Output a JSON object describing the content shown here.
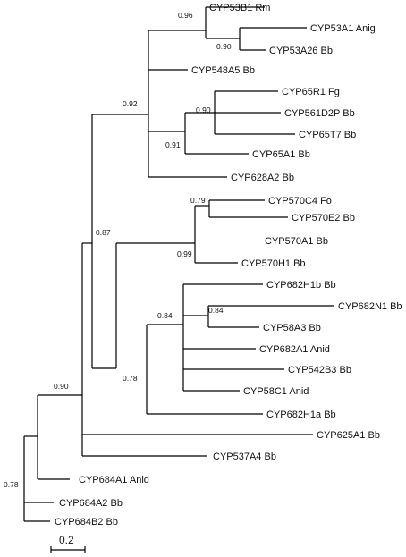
{
  "tree": {
    "leaves": [
      {
        "id": "l1",
        "label": "CYP53B1 Rm"
      },
      {
        "id": "l2",
        "label": "CYP53A1 Anig"
      },
      {
        "id": "l3",
        "label": "CYP53A26 Bb"
      },
      {
        "id": "l4",
        "label": "CYP548A5 Bb"
      },
      {
        "id": "l5",
        "label": "CYP65R1 Fg"
      },
      {
        "id": "l6",
        "label": "CYP561D2P Bb"
      },
      {
        "id": "l7",
        "label": "CYP65T7 Bb"
      },
      {
        "id": "l8",
        "label": "CYP65A1 Bb"
      },
      {
        "id": "l9",
        "label": "CYP628A2 Bb"
      },
      {
        "id": "l10",
        "label": "CYP570C4 Fo"
      },
      {
        "id": "l11",
        "label": "CYP570E2 Bb"
      },
      {
        "id": "l12",
        "label": "CYP570A1 Bb"
      },
      {
        "id": "l13",
        "label": "CYP570H1 Bb"
      },
      {
        "id": "l14",
        "label": "CYP682H1b Bb"
      },
      {
        "id": "l15",
        "label": "CYP682N1 Bb"
      },
      {
        "id": "l16",
        "label": "CYP58A3 Bb"
      },
      {
        "id": "l17",
        "label": "CYP682A1 Anid"
      },
      {
        "id": "l18",
        "label": "CYP542B3 Bb"
      },
      {
        "id": "l19",
        "label": "CYP58C1 Anid"
      },
      {
        "id": "l20",
        "label": "CYP682H1a Bb"
      },
      {
        "id": "l21",
        "label": "CYP625A1 Bb"
      },
      {
        "id": "l22",
        "label": "CYP537A4 Bb"
      },
      {
        "id": "l23",
        "label": "CYP684A1 Anid"
      },
      {
        "id": "l24",
        "label": "CYP684A2 Bb"
      },
      {
        "id": "l25",
        "label": "CYP684B2 Bb"
      }
    ],
    "support_values": [
      {
        "id": "s1",
        "value": "0.96"
      },
      {
        "id": "s2",
        "value": "0.90"
      },
      {
        "id": "s3",
        "value": "0.92"
      },
      {
        "id": "s4",
        "value": "0.90"
      },
      {
        "id": "s5",
        "value": "0.91"
      },
      {
        "id": "s6",
        "value": "0.87"
      },
      {
        "id": "s7",
        "value": "0.79"
      },
      {
        "id": "s8",
        "value": "0.99"
      },
      {
        "id": "s9",
        "value": "0.84"
      },
      {
        "id": "s10",
        "value": "0.84"
      },
      {
        "id": "s11",
        "value": "0.78"
      },
      {
        "id": "s12",
        "value": "0.90"
      },
      {
        "id": "s13",
        "value": "0.78"
      }
    ],
    "scale_bar": {
      "label": "0.2"
    }
  }
}
